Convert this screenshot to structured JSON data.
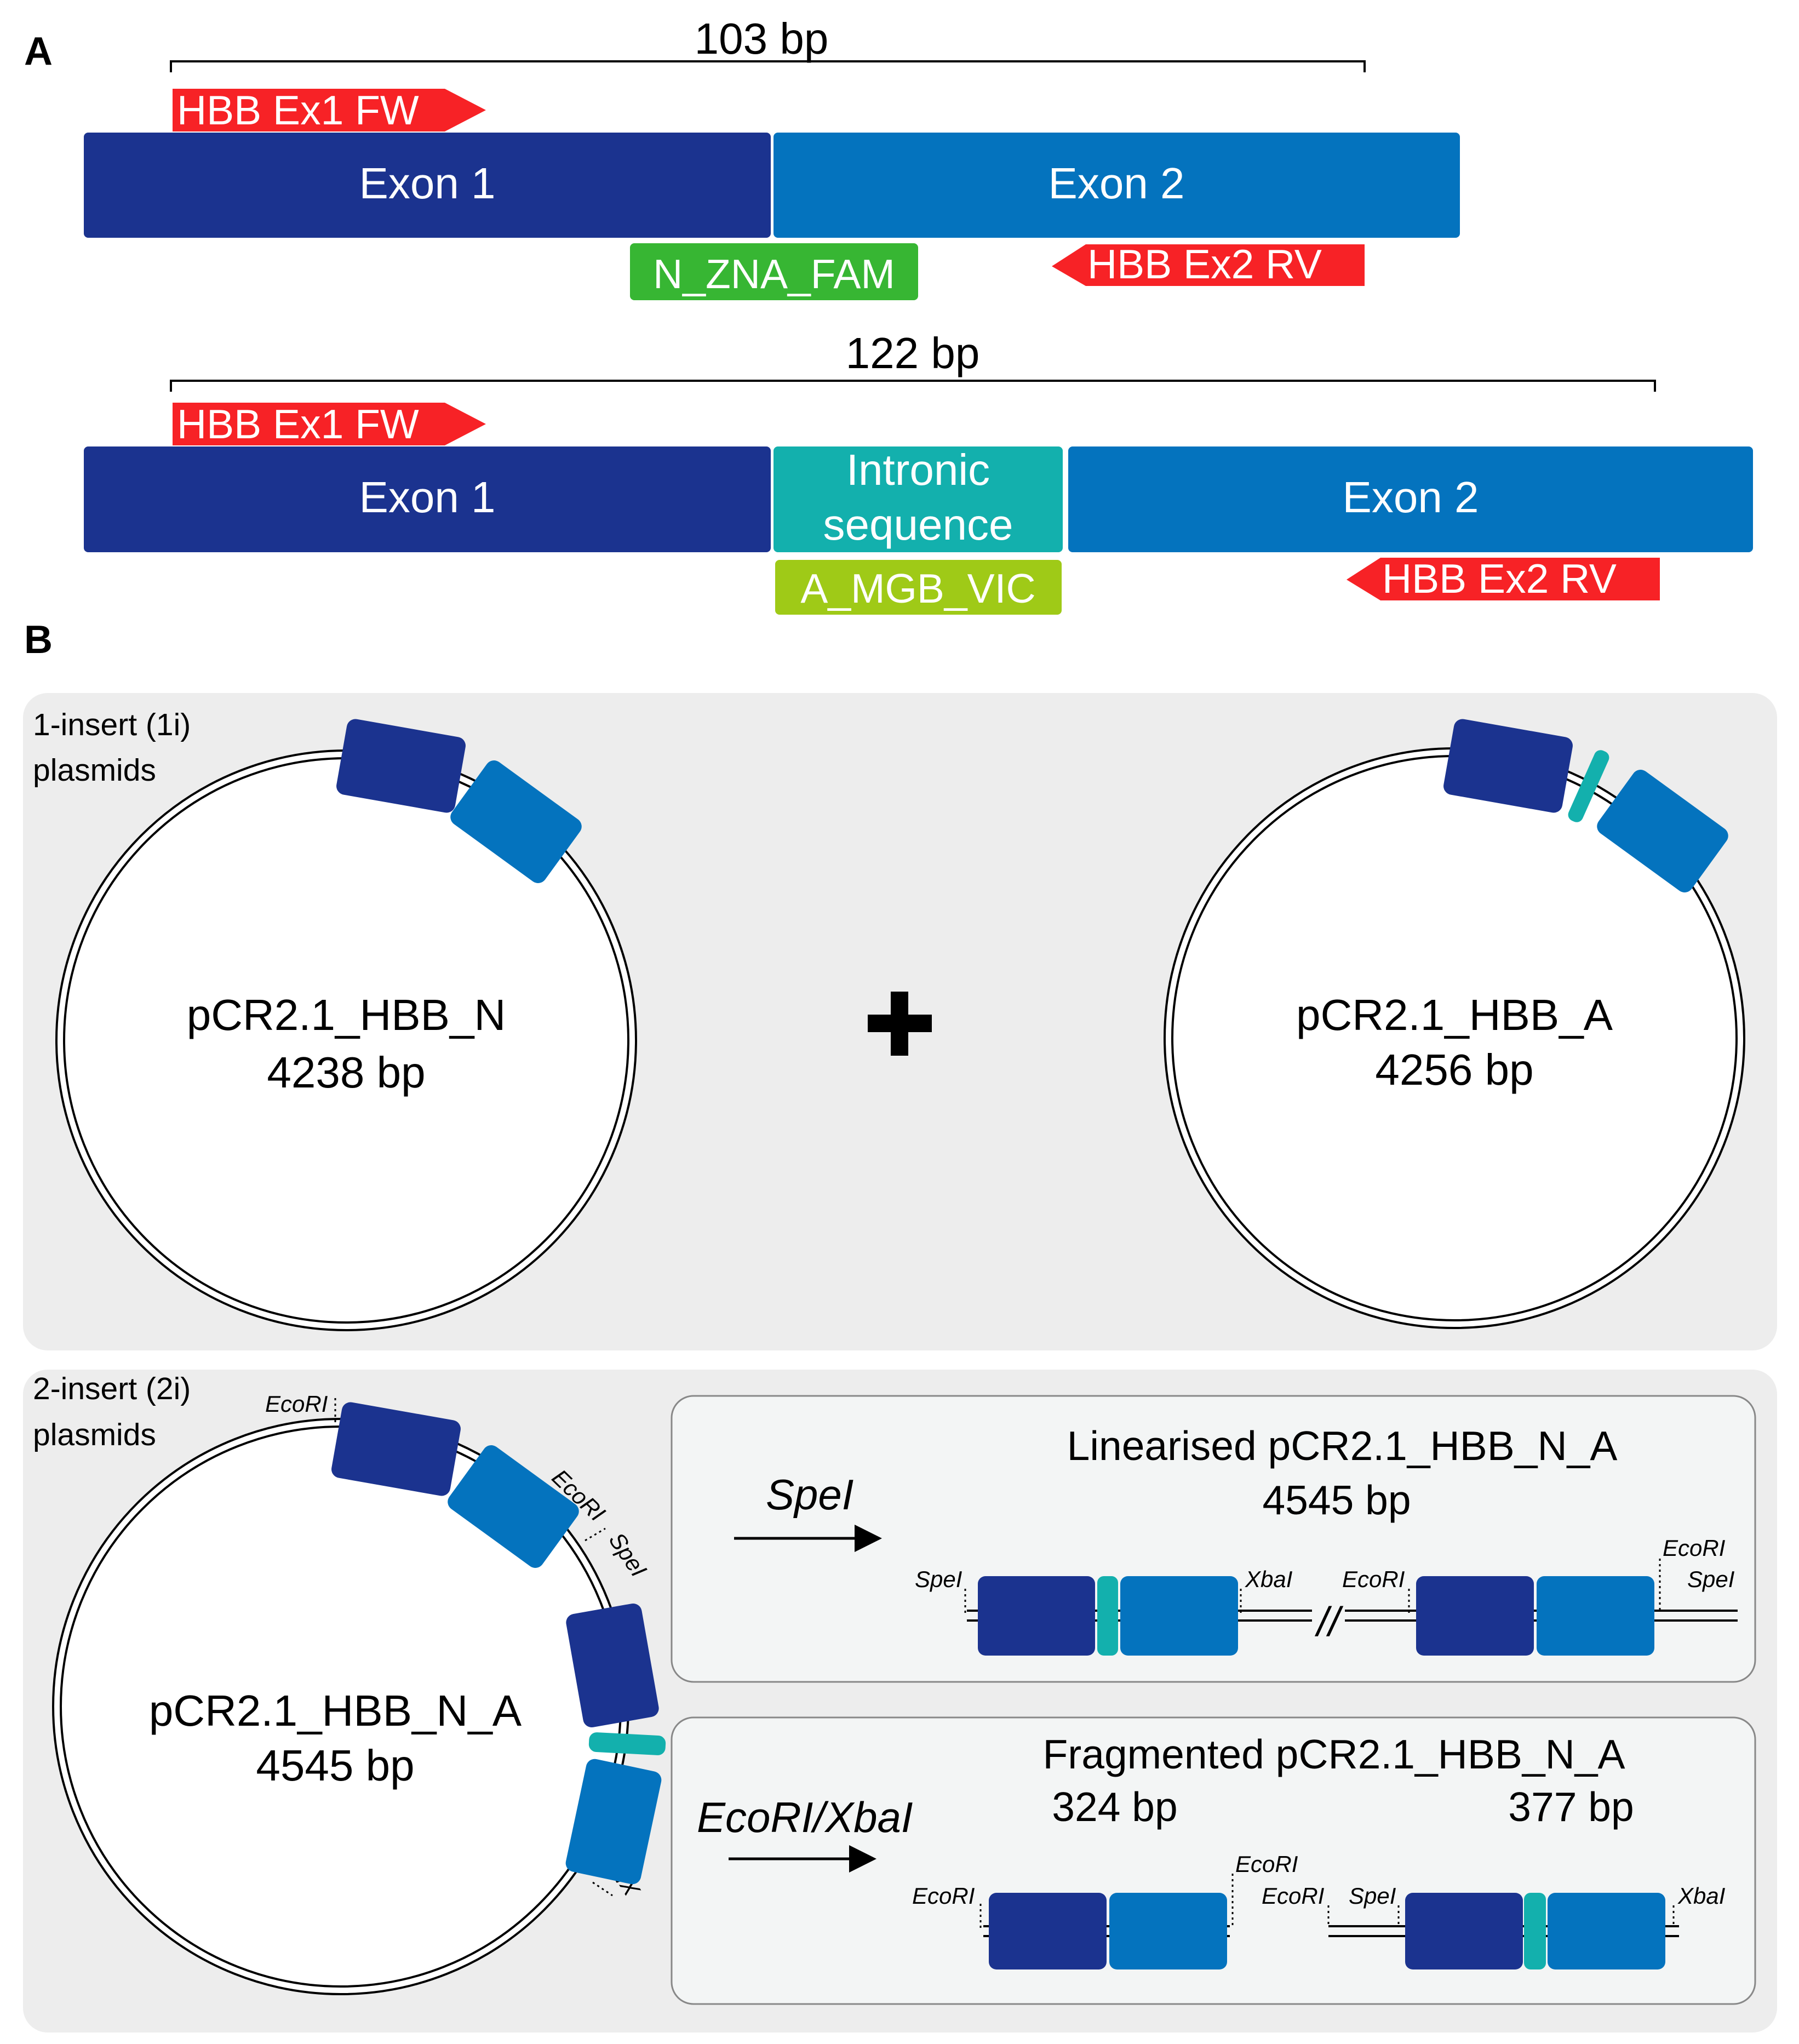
{
  "panels": {
    "a": "A",
    "b": "B"
  },
  "colors": {
    "exon1": "#1B338F",
    "exon2": "#0473BE",
    "intron": "#13B0AD",
    "primer": "#F72226",
    "probe_n": "#37B633",
    "probe_a": "#9FCA17",
    "box": "#EDEDED",
    "subbox": "#F3F5F5"
  },
  "panel_a": {
    "top": {
      "amplicon": "103 bp",
      "forward_primer": "HBB Ex1 FW",
      "exon1": "Exon 1",
      "exon2": "Exon 2",
      "probe": "N_ZNA_FAM",
      "reverse_primer": "HBB Ex2 RV"
    },
    "bottom": {
      "amplicon": "122 bp",
      "forward_primer": "HBB Ex1 FW",
      "exon1": "Exon 1",
      "intron_line1": "Intronic",
      "intron_line2": "sequence",
      "exon2": "Exon 2",
      "probe": "A_MGB_VIC",
      "reverse_primer": "HBB Ex2 RV"
    }
  },
  "panel_b": {
    "one_insert": {
      "label_line1": "1-insert (1i)",
      "label_line2": "plasmids",
      "plus": "+",
      "plasmid_n": {
        "name": "pCR2.1_HBB_N",
        "size": "4238 bp"
      },
      "plasmid_a": {
        "name": "pCR2.1_HBB_A",
        "size": "4256 bp"
      }
    },
    "two_insert": {
      "label_line1": "2-insert (2i)",
      "label_line2": "plasmids",
      "plasmid": {
        "name": "pCR2.1_HBB_N_A",
        "size": "4545 bp"
      },
      "sites": {
        "ecori": "EcoRI",
        "spei": "SpeI",
        "xbai": "XbaI"
      },
      "linearised": {
        "enzyme": "SpeI",
        "title": "Linearised pCR2.1_HBB_N_A",
        "size": "4545 bp",
        "break_mark": "//"
      },
      "fragmented": {
        "enzyme": "EcoRI/XbaI",
        "title": "Fragmented pCR2.1_HBB_N_A",
        "size1": "324 bp",
        "size2": "377 bp"
      }
    }
  }
}
